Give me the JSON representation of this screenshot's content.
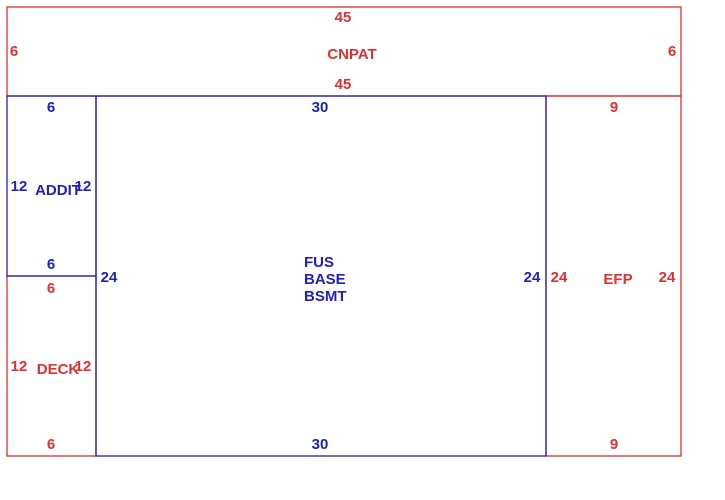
{
  "colors": {
    "red": "#e03030",
    "blue": "#2020c0"
  },
  "sections": [
    {
      "id": "cnpat",
      "label": "CNPAT",
      "color": "red",
      "dims": {
        "top": "45",
        "bottom": "45",
        "left": "6",
        "right": "6"
      }
    },
    {
      "id": "addit",
      "label": "ADDIT",
      "color": "blue",
      "dims": {
        "top": "6",
        "bottom": "6",
        "left": "12",
        "right": "12"
      }
    },
    {
      "id": "deck",
      "label": "DECK",
      "color": "red",
      "dims": {
        "top": "6",
        "bottom": "6",
        "left": "12",
        "right": "12"
      }
    },
    {
      "id": "fus",
      "label_lines": [
        "FUS",
        "BASE",
        "BSMT"
      ],
      "color": "blue",
      "dims": {
        "top": "30",
        "bottom": "30",
        "left": "24",
        "right": "24"
      }
    },
    {
      "id": "efp",
      "label": "EFP",
      "color": "red",
      "dims": {
        "top": "9",
        "bottom": "9",
        "left": "24",
        "right": "24"
      }
    }
  ]
}
